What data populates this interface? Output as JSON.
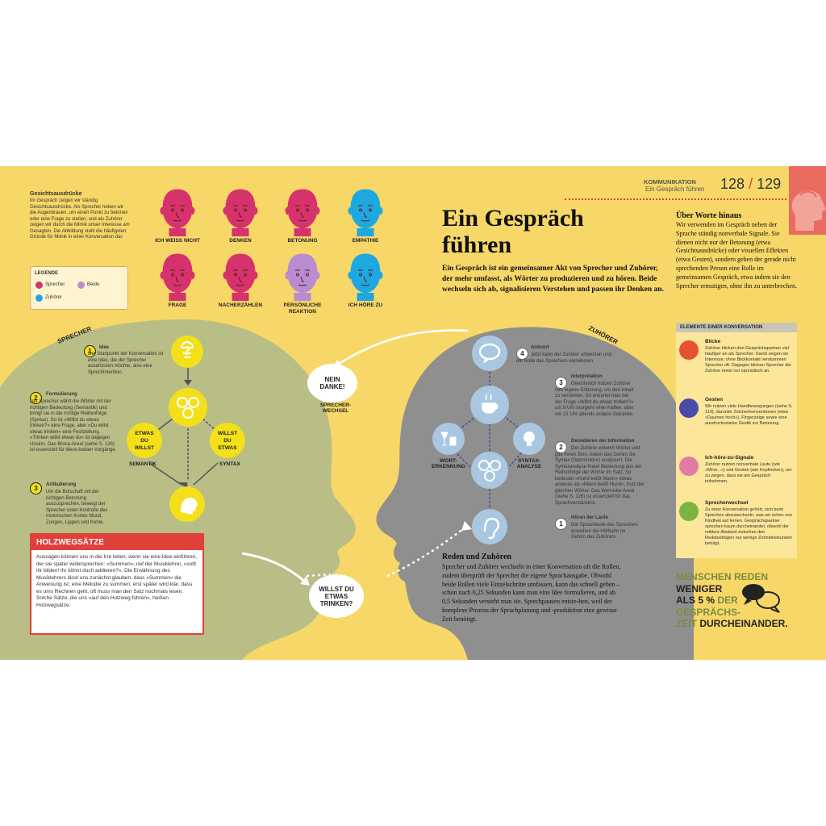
{
  "header": {
    "section": "KOMMUNIKATION",
    "subsection": "Ein Gespräch führen",
    "pages": "128",
    "slash": "/",
    "pages2": "129"
  },
  "title": {
    "line1": "Ein Gespräch",
    "line2": "führen",
    "lead": "Ein Gespräch ist ein gemeinsamer Akt von Sprecher und Zuhörer, der mehr umfasst, als Wörter zu produzieren und zu hören. Beide wechseln sich ab, signalisieren Verstehen und passen ihr Denken an."
  },
  "faces": {
    "heading": "Gesichtsausdrücke",
    "text": "Im Gespräch zeigen wir ständig Gesichtsausdrücke. Als Sprecher heben wir die Augenbrauen, um einen Punkt zu betonen oder eine Frage zu stellen, und als Zuhörer zeigen wir durch die Mimik unser Interesse am Gesagten. Die Abbildung stellt die häufigsten Gründe für Mimik in einer Konversation dar.",
    "items": [
      {
        "label": "ICH WEISS NICHT",
        "color": "#d6336c"
      },
      {
        "label": "DENKEN",
        "color": "#d6336c"
      },
      {
        "label": "BETONUNG",
        "color": "#d6336c"
      },
      {
        "label": "EMPATHIE",
        "color": "#1ea8e0"
      },
      {
        "label": "FRAGE",
        "color": "#d6336c"
      },
      {
        "label": "NACHERZÄHLEN",
        "color": "#d6336c"
      },
      {
        "label": "PERSÖNLICHE REAKTION",
        "color": "#b98bd1"
      },
      {
        "label": "ICH HÖRE ZU",
        "color": "#1ea8e0"
      }
    ],
    "legend": {
      "title": "LEGENDE",
      "speaker": "Sprecher",
      "both": "Beide",
      "listener": "Zuhörer"
    }
  },
  "speaker": {
    "label": "SPRECHER",
    "steps": [
      {
        "n": "1",
        "title": "Idee",
        "text": "Der Startpunkt der Konversation ist eine Idee, die der Sprecher ausdrücken möchte, also eine Sprechintention."
      },
      {
        "n": "2",
        "title": "Formulierung",
        "text": "Der Sprecher wählt die Wörter mit der richtigen Bedeutung (Semantik) und bringt sie in die richtige Reihenfolge (Syntax). So ist »Willst du etwas trinken?« eine Frage, aber »Du willst etwas trinken« eine Feststellung. »Trinken willst etwas du« ist dagegen Unsinn. Das Broca-Areal (siehe S. 126) ist essenziell für diese beiden Vorgänge."
      },
      {
        "n": "3",
        "title": "Artikulierung",
        "text": "Um die Botschaft mit der richtigen Betonung auszusprechen, bewegt der Sprecher unter Kontrolle des motorischen Kortex Mund, Zungen, Lippen und Kehle."
      }
    ],
    "circle_left": "ETWAS DU WILLST",
    "circle_right": "WILLST DU ETWAS",
    "semantik": "SEMANTIK",
    "syntax": "SYNTAX"
  },
  "bubbles": {
    "nein": "NEIN DANKE!",
    "wechsel": "SPRECHER-WECHSEL",
    "willst": "WILLST DU ETWAS TRINKEN?"
  },
  "holzweg": {
    "title": "HOLZWEGSÄTZE",
    "text": "Aussagen können uns in die Irre leiten, wenn sie eine Idee einführen, der sie später widersprechen: »Summen«, rief der Musiklehrer, »sollt ihr bilden! Ihr könnt doch addieren?«. Die Erwähnung des Musiklehrers lässt uns zunächst glauben, dass »Summen« die Anweisung ist, eine Melodie zu summen; erst später wird klar, dass es ums Rechnen geht, oft muss man den Satz nochmals lesen. Solche Sätze, die uns »auf den Holzweg führen«, heißen Holzwegsätze."
  },
  "listener": {
    "label": "ZUHÖRER",
    "steps": [
      {
        "n": "4",
        "title": "Antwort",
        "text": "Jetzt kann der Zuhörer antworten und die Rolle des Sprechers einnehmen."
      },
      {
        "n": "3",
        "title": "Interpretation",
        "text": "Gewöhnlich nutzen Zuhörer ihre eigene Erfahrung, um den Inhalt zu verstehen. So erwartet man bei der Frage »Willst du etwas trinken?« um 9 Uhr morgens eher Kaffee, aber um 21 Uhr abends andere Getränke."
      },
      {
        "n": "2",
        "title": "Decodieren der Information",
        "text": "Der Zuhörer erkennt Wörter und gibt ihnen Sinn, indem das Gehirn die Syntax (Satzstruktur) analysiert. Die Syntaxanalyse findet Bedeutung aus der Reihenfolge der Wörter im Satz. So bedeutet »Hund beißt Mann« etwas anderes als »Mann beißt Hund«, trotz der gleichen Wörter. Das Wernicke-Areal (siehe S. 126) ist essenziell für das Sprachverständnis."
      },
      {
        "n": "1",
        "title": "Hören der Laute",
        "text": "Die Sprachlaute des Sprechers erreichen die Hörbahn im Gehirn des Zuhörers."
      }
    ],
    "wort": "WORT-ERKENNUNG",
    "syntax": "SYNTAX-ANALYSE"
  },
  "reden": {
    "title": "Reden und Zuhören",
    "text": "Sprecher und Zuhörer wechseln in einer Konversation oft die Rollen, zudem überprüft der Sprecher die eigene Sprachausgabe. Obwohl beide Rollen viele Einzelschritte umfassen, kann das schnell gehen – schon nach 0,25 Sekunden kann man eine Idee formulieren, und ab 0,5 Sekunden versteht man sie. Sprechpausen entste-hen, weil der komplexe Prozess der Sprachplanung und -produktion eine gewisse Zeit benötigt."
  },
  "side": {
    "title": "Über Worte hinaus",
    "text": "Wir verwenden im Gespräch neben der Sprache ständig nonverbale Signale. Sie dienen nicht nur der Betonung (etwa Gesichtsausdrücke) oder visuellen Effekten (etwa Gesten), sondern geben der gerade nicht sprechenden Person eine Rolle im gemeinsamen Gespräch, etwa indem sie den Sprecher ermutigen, ohne ihn zu unterbrechen."
  },
  "elements": {
    "header": "ELEMENTE EINER KONVERSATION",
    "items": [
      {
        "title": "Blicke",
        "text": "Zuhörer blicken den Gesprächspartner viel häufiger an als Sprecher. Damit zeigen sie Interesse; ohne Blickkontakt verstummen Sprecher oft. Dagegen blicken Sprecher die Zuhörer meist nur sporadisch an.",
        "color": "#e8512e"
      },
      {
        "title": "Gesten",
        "text": "Wir nutzen viele Handbewegungen (siehe S. 119), darunter Zeichenkonventionen (etwa »Daumen hoch«), Fingerzeige sowie eine ausdrucksstarke Gestik zur Betonung.",
        "color": "#4a4aa8"
      },
      {
        "title": "Ich-höre-zu-Signale",
        "text": "Zuhörer nutzen nonverbale Laute (wie »Mhm...«) und Gesten (wie Kopfnicken), um zu zeigen, dass sie am Gespräch teilnehmen.",
        "color": "#e07ba6"
      },
      {
        "title": "Sprecherwechsel",
        "text": "Zu einer Konversation gehört, sich beim Sprechen abzuwechseln, was wir schon von Kindheit auf lernen. Gesprächspartner sprechen kaum durcheinander, obwohl der mittlere Abstand zwischen den Redebeiträgen nur wenige Zehntelsekunden beträgt.",
        "color": "#7cb342"
      }
    ]
  },
  "fact": {
    "l1": "MENSCHEN REDEN",
    "l2a": "WENIGER",
    "l3a": "ALS 5 %",
    "l3b": " DER",
    "l4": "GESPRÄCHS-",
    "l5a": "ZEIT ",
    "l5b": "DURCHEINANDER."
  },
  "colors": {
    "background": "#f7d768",
    "speaker_head": "#b9bd86",
    "listener_head": "#8f8f8f",
    "accent_yellow": "#f3e01b",
    "holzweg_red": "#e0403a",
    "fact_green": "#7a8c3c"
  }
}
